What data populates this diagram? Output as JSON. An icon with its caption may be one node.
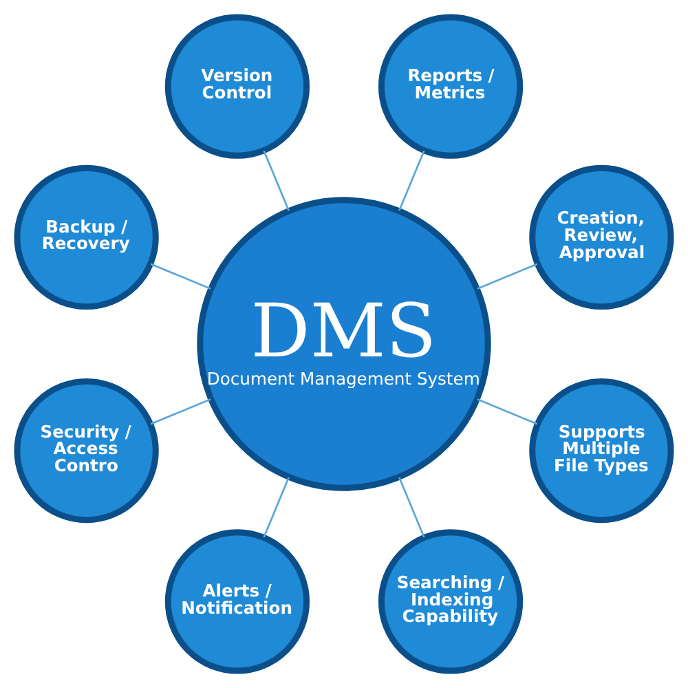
{
  "diagram": {
    "nodes": [
      {
        "text": [
          "DMS",
          "Document Management System"
        ]
      },
      {
        "text": [
          "Creation, Review, Approval"
        ]
      },
      {
        "text": [
          "Reports / Metrics"
        ]
      },
      {
        "text": [
          "Version Control"
        ]
      },
      {
        "text": [
          "Backup / Recovery"
        ]
      },
      {
        "text": [
          "Security / Access Contro"
        ]
      },
      {
        "text": [
          "Alerts / Notification"
        ]
      },
      {
        "text": [
          "Searching / Indexing Capability"
        ]
      },
      {
        "text": [
          "Supports Multiple File Types"
        ]
      }
    ],
    "edges": [
      {
        "from": 0,
        "to": 1,
        "arrow": "none"
      },
      {
        "from": 0,
        "to": 3,
        "arrow": "none"
      },
      {
        "from": 0,
        "to": 5,
        "arrow": "none"
      },
      {
        "from": 0,
        "to": 7,
        "arrow": "none"
      },
      {
        "from": 0,
        "to": 8,
        "arrow": "none"
      },
      {
        "from": 0,
        "to": 6,
        "arrow": "none"
      },
      {
        "from": 0,
        "to": 4,
        "arrow": "none"
      },
      {
        "from": 0,
        "to": 2,
        "arrow": "none"
      }
    ]
  }
}
